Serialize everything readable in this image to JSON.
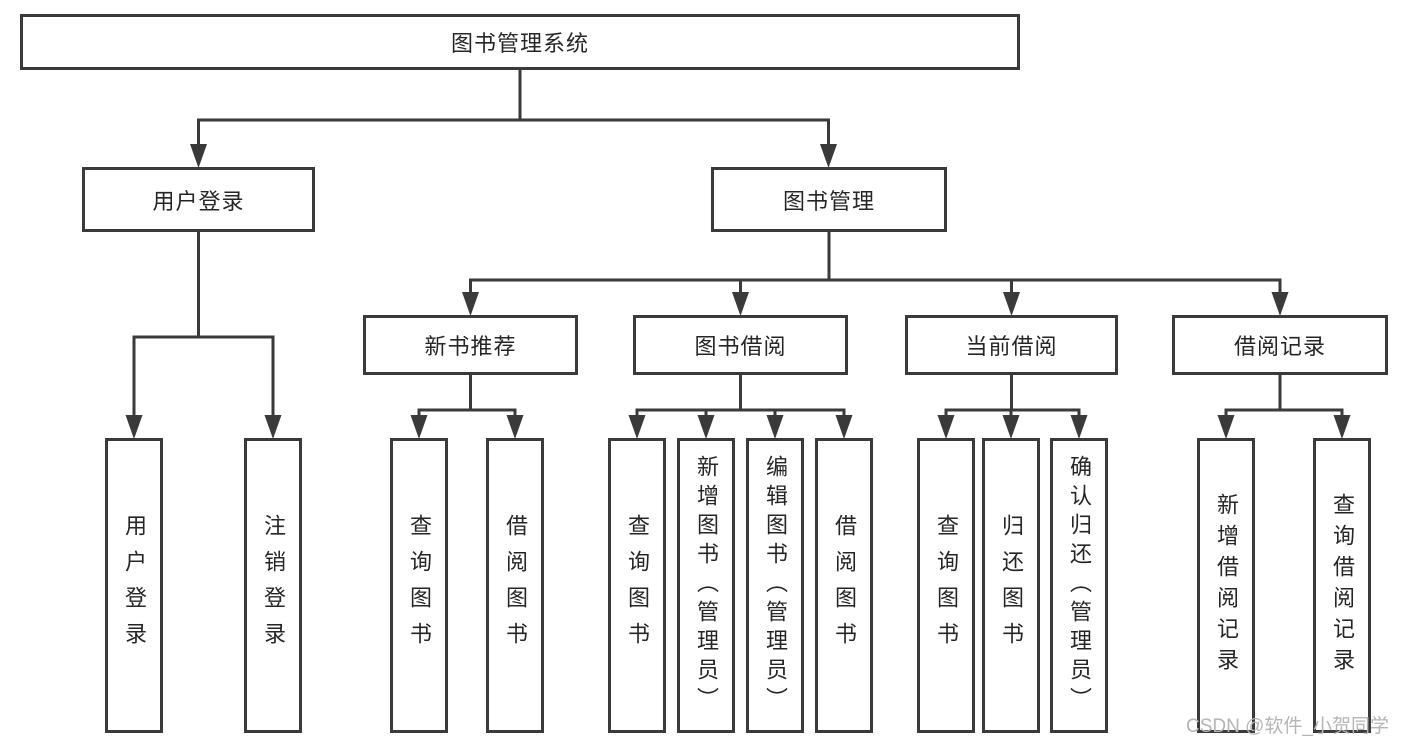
{
  "diagram": {
    "type": "hierarchy",
    "root": {
      "label": "图书管理系统",
      "children": [
        {
          "label": "用户登录",
          "children": [
            {
              "label": "用户登录"
            },
            {
              "label": "注销登录"
            }
          ]
        },
        {
          "label": "图书管理",
          "children": [
            {
              "label": "新书推荐",
              "children": [
                {
                  "label": "查询图书"
                },
                {
                  "label": "借阅图书"
                }
              ]
            },
            {
              "label": "图书借阅",
              "children": [
                {
                  "label": "查询图书"
                },
                {
                  "label": "新增图书（管理员）"
                },
                {
                  "label": "编辑图书（管理员）"
                },
                {
                  "label": "借阅图书"
                }
              ]
            },
            {
              "label": "当前借阅",
              "children": [
                {
                  "label": "查询图书"
                },
                {
                  "label": "归还图书"
                },
                {
                  "label": "确认归还（管理员）"
                }
              ]
            },
            {
              "label": "借阅记录",
              "children": [
                {
                  "label": "新增借阅记录"
                },
                {
                  "label": "查询借阅记录"
                }
              ]
            }
          ]
        }
      ]
    }
  },
  "watermark": {
    "text": "CSDN @软件_小贺同学"
  },
  "colors": {
    "line": "#3a3a3a",
    "box_fill": "#ffffff",
    "text": "#262626",
    "watermark": "#b5b5b5",
    "background": "#ffffff"
  }
}
